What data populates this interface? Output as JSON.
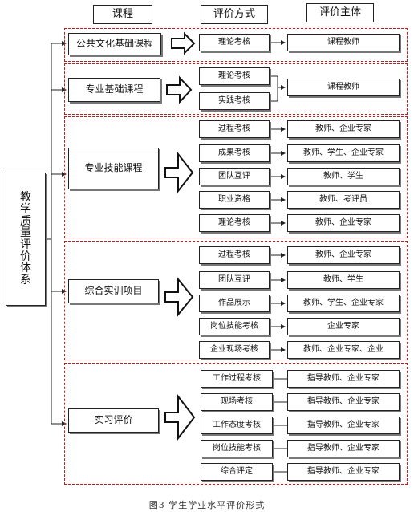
{
  "headers": {
    "course": "课程",
    "method": "评价方式",
    "subject": "评价主体"
  },
  "root": "教学质量评价体系",
  "groups": [
    {
      "course": "公共文化基础课程",
      "rows": [
        {
          "method": "理论考核",
          "subject": "课程教师"
        }
      ]
    },
    {
      "course": "专业基础课程",
      "rows": [
        {
          "method": "理论考核"
        },
        {
          "method": "实践考核"
        }
      ],
      "shared_subject": "课程教师"
    },
    {
      "course": "专业技能课程",
      "rows": [
        {
          "method": "过程考核",
          "subject": "教师、企业专家"
        },
        {
          "method": "成果考核",
          "subject": "教师、学生、企业专家"
        },
        {
          "method": "团队互评",
          "subject": "教师、学生"
        },
        {
          "method": "职业资格",
          "subject": "教师、考评员"
        },
        {
          "method": "理论考核",
          "subject": "教师、企业专家"
        }
      ]
    },
    {
      "course": "综合实训项目",
      "rows": [
        {
          "method": "过程考核",
          "subject": "教师、企业专家"
        },
        {
          "method": "团队互评",
          "subject": "教师、学生"
        },
        {
          "method": "作品展示",
          "subject": "教师、学生、企业专家"
        },
        {
          "method": "岗位技能考核",
          "subject": "企业专家"
        },
        {
          "method": "企业现场考核",
          "subject": "教师、企业专家、企业"
        }
      ]
    },
    {
      "course": "实习评价",
      "rows": [
        {
          "method": "工作过程考核",
          "subject": "指导教师、企业专家"
        },
        {
          "method": "现场考核",
          "subject": "指导教师、企业专家"
        },
        {
          "method": "工作态度考核",
          "subject": "指导教师、企业专家"
        },
        {
          "method": "岗位技能考核",
          "subject": "指导教师、企业专家"
        },
        {
          "method": "综合评定",
          "subject": "指导教师、企业专家"
        }
      ]
    }
  ],
  "caption": "图3 学生学业水平评价形式",
  "colors": {
    "dashed_frame": "#d01818",
    "line": "#222222",
    "text": "#111111"
  }
}
